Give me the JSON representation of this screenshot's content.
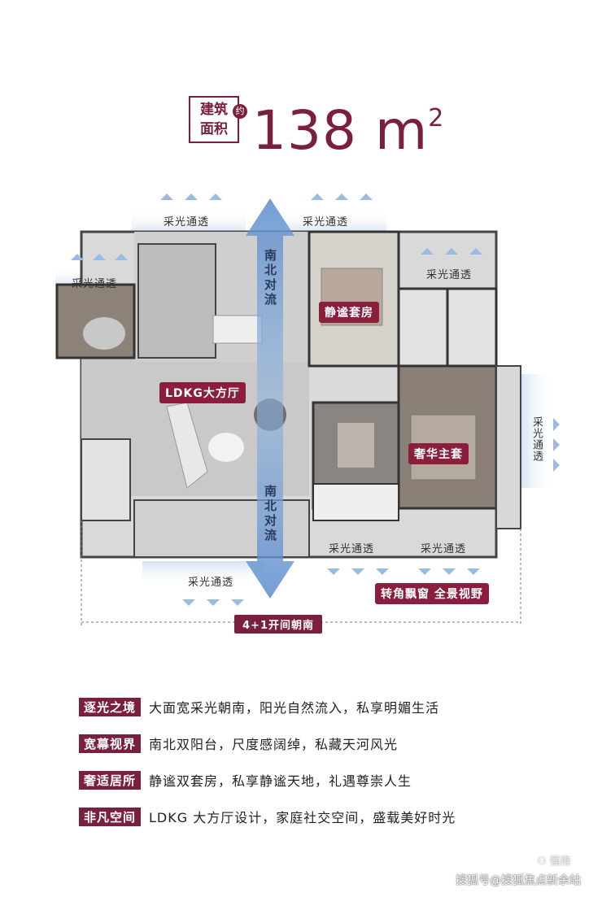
{
  "header": {
    "box_line1": "建筑",
    "box_line2": "面积",
    "approx": "约",
    "area_number": "138",
    "area_unit": "m",
    "area_exp": "2"
  },
  "plan": {
    "light_label": "采光通透",
    "north_south_flow": "南北对流",
    "rooms": {
      "quiet_suite": "静谧套房",
      "ldkg": "LDKG大方厅",
      "master_suite": "奢华主套"
    },
    "corner_window": "转角飘窗 全景视野",
    "south_facing": "4+1开间朝南"
  },
  "features": [
    {
      "tag": "逐光之境",
      "text": "大面宽采光朝南，阳光自然流入，私享明媚生活"
    },
    {
      "tag": "宽幕视界",
      "text": "南北双阳台，尺度感阔绰，私藏天河风光"
    },
    {
      "tag": "奢适居所",
      "text": "静谧双套房，私享静谧天地，礼遇尊崇人生"
    },
    {
      "tag": "非凡空间",
      "text": "LDKG 大方厅设计，家庭社交空间，盛载美好时光"
    }
  ],
  "watermark": {
    "text": "搜狐号@搜狐焦点新余站",
    "small": "⚇ 强推"
  },
  "colors": {
    "accent": "#7a1f3d",
    "arrow_blue": "#4f7fbf"
  }
}
